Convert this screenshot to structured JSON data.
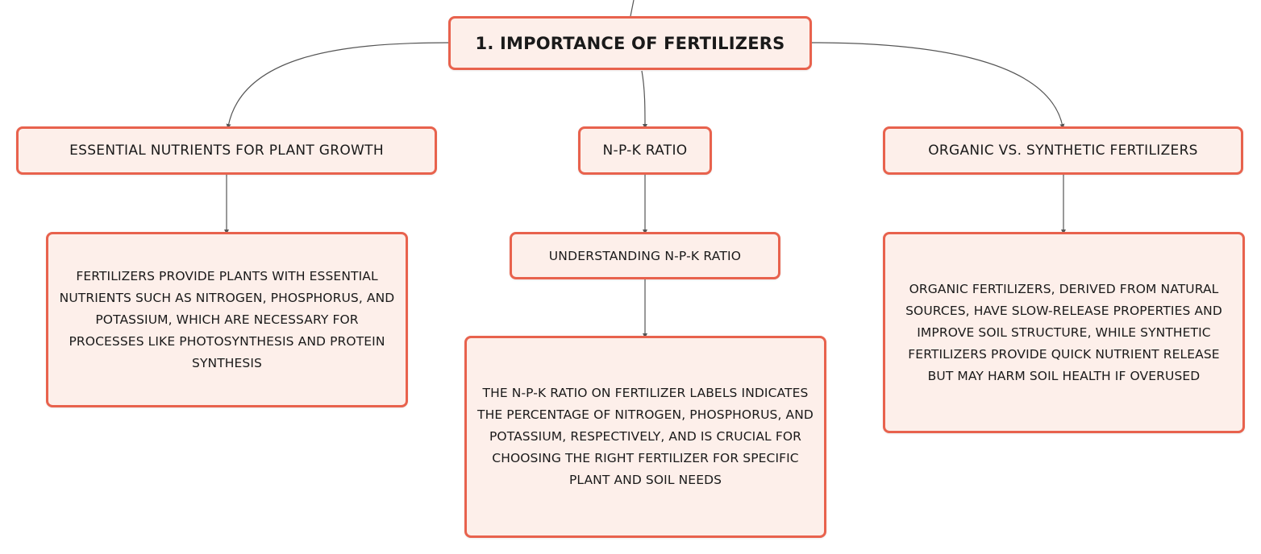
{
  "root": {
    "title": "1. IMPORTANCE OF FERTILIZERS"
  },
  "branches": [
    {
      "label": "ESSENTIAL NUTRIENTS FOR PLANT GROWTH",
      "detail": "FERTILIZERS PROVIDE PLANTS WITH ESSENTIAL NUTRIENTS SUCH AS NITROGEN, PHOSPHORUS, AND POTASSIUM, WHICH ARE NECESSARY FOR PROCESSES LIKE PHOTOSYNTHESIS AND PROTEIN SYNTHESIS"
    },
    {
      "label": "N-P-K RATIO",
      "sub_label": "UNDERSTANDING N-P-K RATIO",
      "detail": "THE N-P-K RATIO ON FERTILIZER LABELS INDICATES THE PERCENTAGE OF NITROGEN, PHOSPHORUS, AND POTASSIUM, RESPECTIVELY, AND IS CRUCIAL FOR CHOOSING THE RIGHT FERTILIZER FOR SPECIFIC PLANT AND SOIL NEEDS"
    },
    {
      "label": "ORGANIC VS. SYNTHETIC FERTILIZERS",
      "detail": "ORGANIC FERTILIZERS, DERIVED FROM NATURAL SOURCES, HAVE SLOW-RELEASE PROPERTIES AND IMPROVE SOIL STRUCTURE, WHILE SYNTHETIC FERTILIZERS PROVIDE QUICK NUTRIENT RELEASE BUT MAY HARM SOIL HEALTH IF OVERUSED"
    }
  ],
  "colors": {
    "node_fill": "#fdefea",
    "node_border": "#e8624d",
    "connector": "#555555",
    "text": "#1a1a1a"
  }
}
